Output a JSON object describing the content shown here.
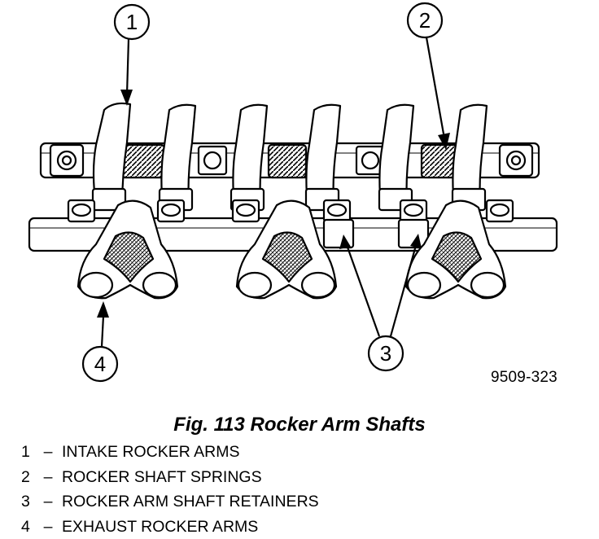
{
  "figure": {
    "code": "9509-323",
    "callouts": [
      "1",
      "2",
      "3",
      "4"
    ]
  },
  "caption": "Fig. 113 Rocker Arm Shafts",
  "legend": [
    {
      "num": "1",
      "dash": "–",
      "label": "INTAKE ROCKER ARMS"
    },
    {
      "num": "2",
      "dash": "–",
      "label": "ROCKER SHAFT SPRINGS"
    },
    {
      "num": "3",
      "dash": "–",
      "label": "ROCKER ARM SHAFT RETAINERS"
    },
    {
      "num": "4",
      "dash": "–",
      "label": "EXHAUST ROCKER ARMS"
    }
  ]
}
